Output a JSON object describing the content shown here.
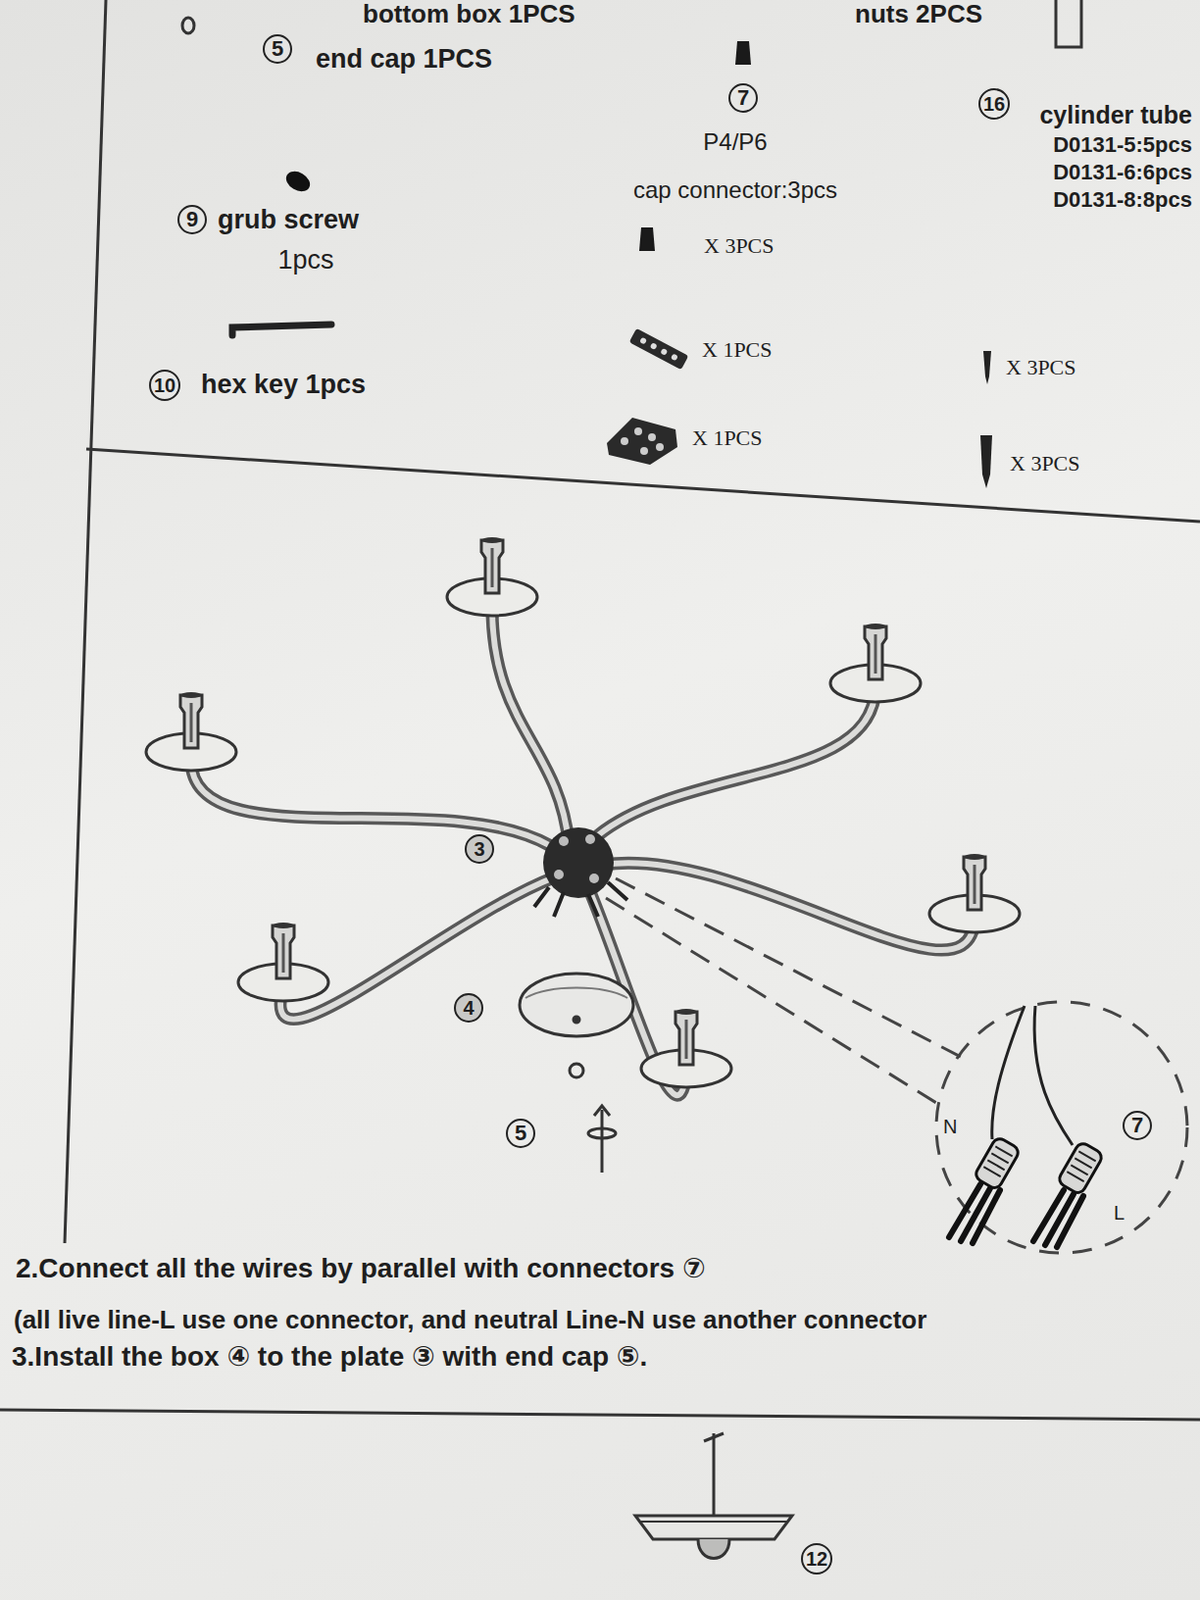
{
  "diagram": {
    "labels": [
      "bottom box 1PCS",
      "nuts 2PCS",
      "5",
      "end cap 1PCS",
      "7",
      "P4/P6",
      "cap connector:3pcs",
      "16",
      "cylinder tube",
      "D0131-5:5pcs",
      "D0131-6:6pcs",
      "D0131-8:8pcs",
      "9",
      "grub screw",
      "1pcs",
      "X 3PCS",
      "10",
      "hex key 1pcs",
      "X 1PCS",
      "X 3PCS",
      "X 1PCS",
      "X 3PCS",
      "3",
      "4",
      "5",
      "N",
      "7",
      "L",
      "2.Connect all the wires by parallel with connectors ⑦",
      "(all live line-L use one connector, and neutral Line-N use another connector",
      "3.Install the box ④ to the plate ③ with end cap ⑤.",
      "12"
    ]
  }
}
